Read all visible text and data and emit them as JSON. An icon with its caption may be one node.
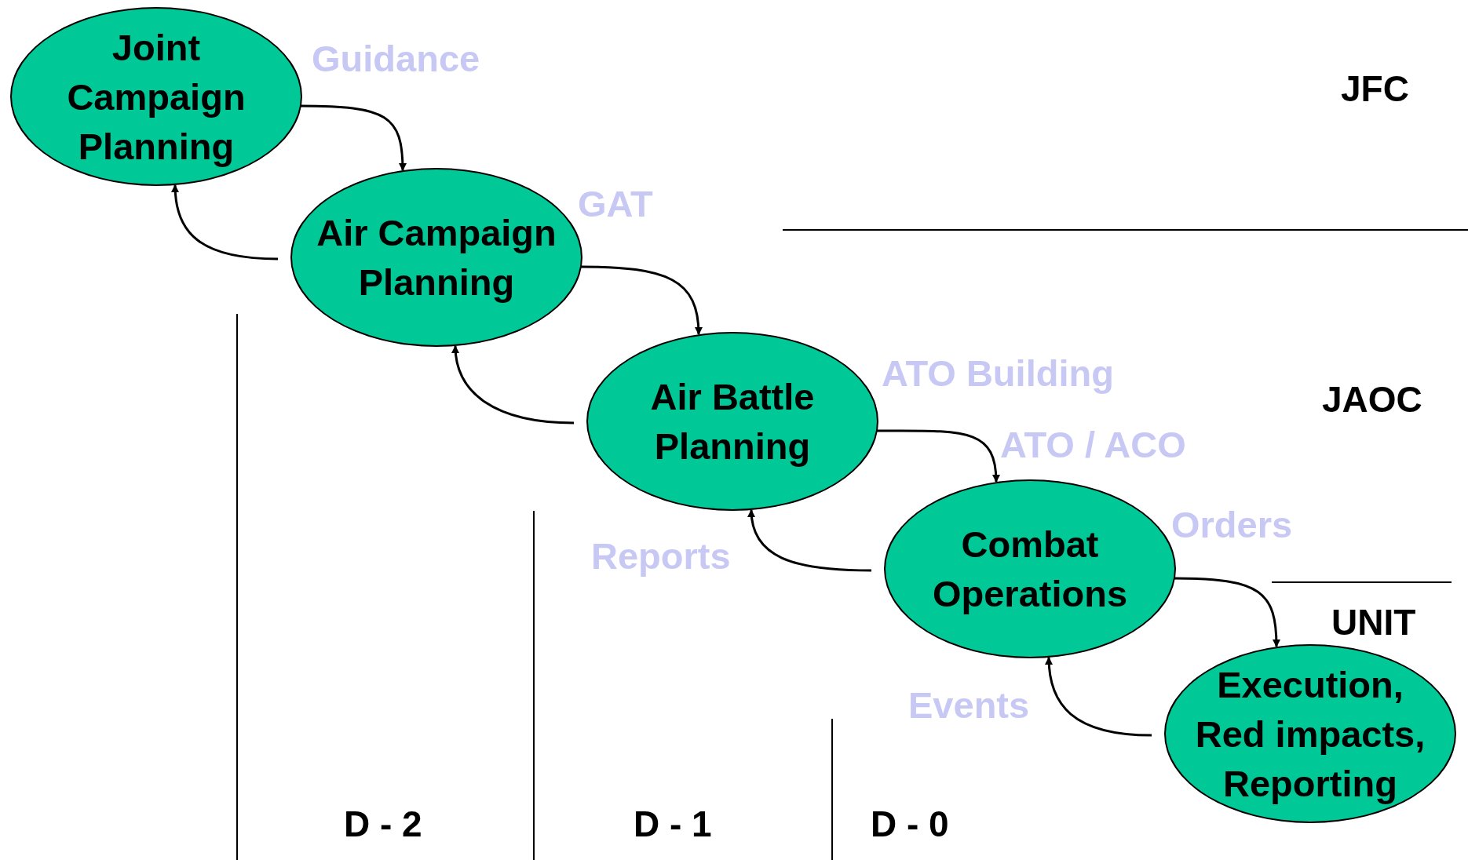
{
  "diagram": {
    "nodes": [
      {
        "text": [
          "Joint Campaign Planning"
        ]
      },
      {
        "text": [
          "Air Campaign Planning"
        ]
      },
      {
        "text": [
          "Air Battle Planning"
        ]
      },
      {
        "text": [
          "Combat Operations"
        ]
      },
      {
        "text": [
          "Execution, Red impacts, Reporting"
        ]
      }
    ],
    "edges": [
      {
        "from": 0,
        "to": 1,
        "arrow": "to"
      },
      {
        "from": 1,
        "to": 0,
        "arrow": "to"
      },
      {
        "from": 1,
        "to": 2,
        "arrow": "to"
      },
      {
        "from": 2,
        "to": 1,
        "arrow": "to"
      },
      {
        "from": 2,
        "to": 3,
        "arrow": "to"
      },
      {
        "from": 3,
        "to": 2,
        "arrow": "to"
      },
      {
        "from": 3,
        "to": 4,
        "arrow": "to"
      },
      {
        "from": 4,
        "to": 3,
        "arrow": "to"
      }
    ],
    "labels": [
      "Guidance",
      "JFC",
      "GAT",
      "ATO Building",
      "JAOC",
      "ATO / ACO",
      "Orders",
      "Reports",
      "UNIT",
      "Events",
      "D - 2",
      "D - 1",
      "D - 0"
    ]
  }
}
